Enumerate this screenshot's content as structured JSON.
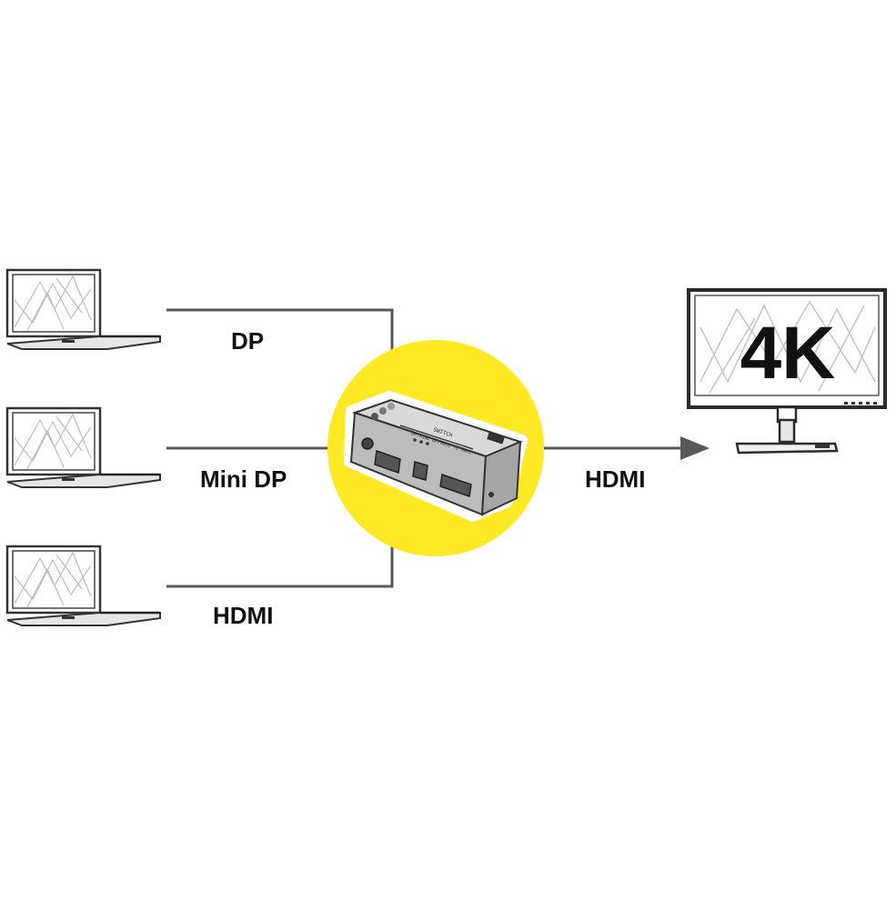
{
  "inputs": [
    {
      "label": "DP"
    },
    {
      "label": "Mini DP"
    },
    {
      "label": "HDMI"
    }
  ],
  "output": {
    "label": "HDMI"
  },
  "monitor": {
    "resolution_label": "4K"
  },
  "device": {
    "panel_text_line1": "SWITCH",
    "panel_text_line2": "DP/MINI DP/HDMI TO HDMI"
  },
  "colors": {
    "highlight_circle": "#FFE924",
    "lines": "#595959",
    "outline": "#333333"
  },
  "icons": [
    "laptop-icon",
    "laptop-icon",
    "laptop-icon",
    "kvm-switch-icon",
    "monitor-icon",
    "arrow-right-icon"
  ]
}
